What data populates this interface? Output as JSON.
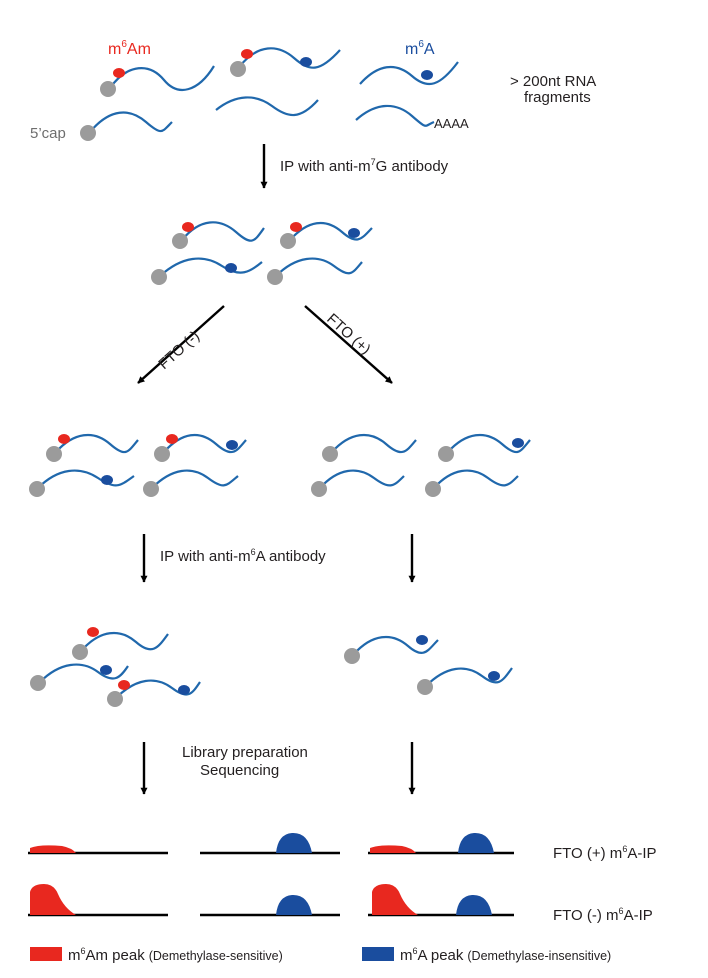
{
  "labels": {
    "m6am_base": "m",
    "m6am_sup": "6",
    "m6am_tail": "Am",
    "m6a_base": "m",
    "m6a_sup": "6",
    "m6a_tail": "A",
    "fragments_line1": "> 200nt RNA",
    "fragments_line2": "fragments",
    "cap": "5’cap",
    "polya": "AAAA",
    "ip_m7g_pre": "IP with anti-m",
    "ip_m7g_sup": "7",
    "ip_m7g_post": "G antibody",
    "fto_minus": "FTO (-)",
    "fto_plus": "FTO (+)",
    "ip_m6a_pre": "IP with anti-m",
    "ip_m6a_sup": "6",
    "ip_m6a_post": "A antibody",
    "library_line1": "Library preparation",
    "library_line2": "Sequencing",
    "row_plus_pre": "FTO (+) m",
    "row_plus_sup": "6",
    "row_plus_post": "A-IP",
    "row_minus_pre": "FTO (-) m",
    "row_minus_sup": "6",
    "row_minus_post": "A-IP",
    "legend_m6am_pre": "m",
    "legend_m6am_sup": "6",
    "legend_m6am_post": "Am peak",
    "legend_m6am_note": "(Demethylase-sensitive)",
    "legend_m6a_pre": "m",
    "legend_m6a_sup": "6",
    "legend_m6a_post": "A peak",
    "legend_m6a_note": "(Demethylase-insensitive)"
  },
  "colors": {
    "m6am": "#e8281f",
    "m6a": "#1a4d9e",
    "rna": "#2068ac",
    "cap": "#9b9b9b",
    "text": "#231f20",
    "arrow": "#000000"
  }
}
